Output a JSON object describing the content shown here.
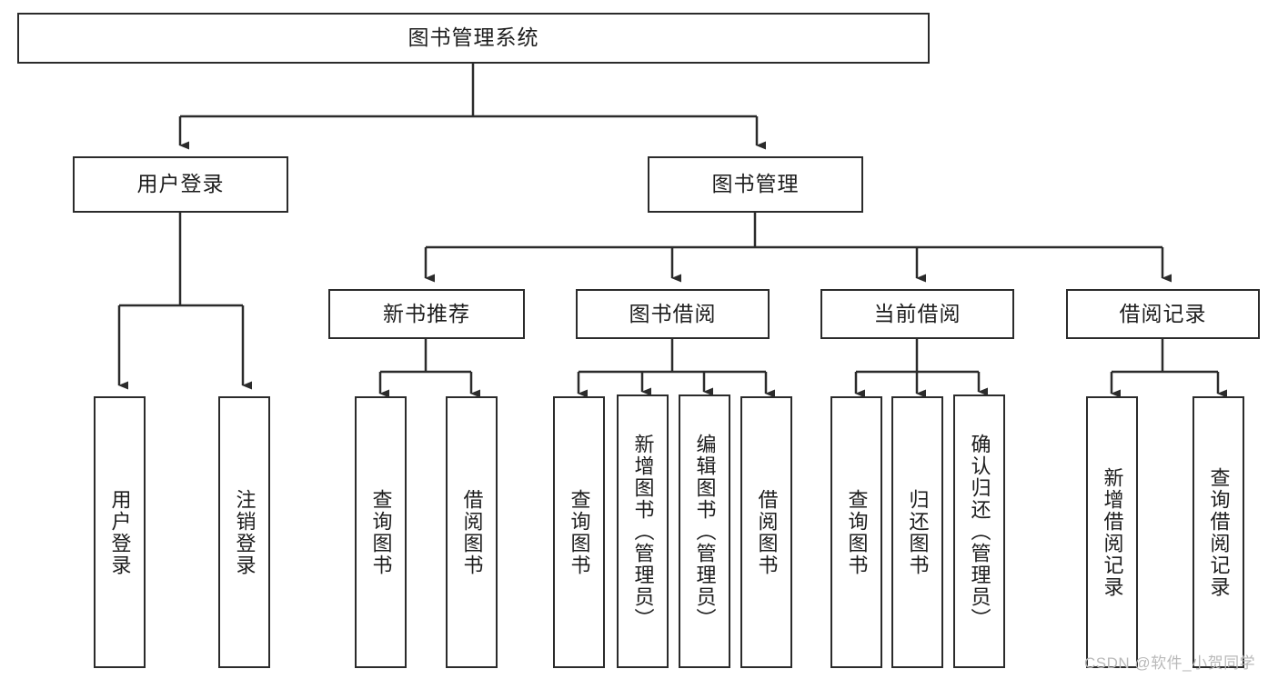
{
  "diagram": {
    "title": "图书管理系统",
    "type": "tree-hierarchy-diagram",
    "root": {
      "label": "图书管理系统"
    },
    "level1": [
      {
        "label": "用户登录"
      },
      {
        "label": "图书管理"
      }
    ],
    "level2": [
      {
        "label": "新书推荐"
      },
      {
        "label": "图书借阅"
      },
      {
        "label": "当前借阅"
      },
      {
        "label": "借阅记录"
      }
    ],
    "leaves": {
      "user_login": [
        {
          "label": "用户登录"
        },
        {
          "label": "注销登录"
        }
      ],
      "new_book_recommend": [
        {
          "label": "查询图书"
        },
        {
          "label": "借阅图书"
        }
      ],
      "book_borrow": [
        {
          "label": "查询图书"
        },
        {
          "label": "新增图书（管理员）"
        },
        {
          "label": "编辑图书（管理员）"
        },
        {
          "label": "借阅图书"
        }
      ],
      "current_borrow": [
        {
          "label": "查询图书"
        },
        {
          "label": "归还图书"
        },
        {
          "label": "确认归还（管理员）"
        }
      ],
      "borrow_record": [
        {
          "label": "新增借阅记录"
        },
        {
          "label": "查询借阅记录"
        }
      ]
    }
  },
  "watermark": {
    "text": "CSDN @软件_小贺同学"
  },
  "colors": {
    "border": "#2b2b2b",
    "background": "#ffffff",
    "text": "#1d1d1d",
    "watermark": "#b9b9b9"
  }
}
